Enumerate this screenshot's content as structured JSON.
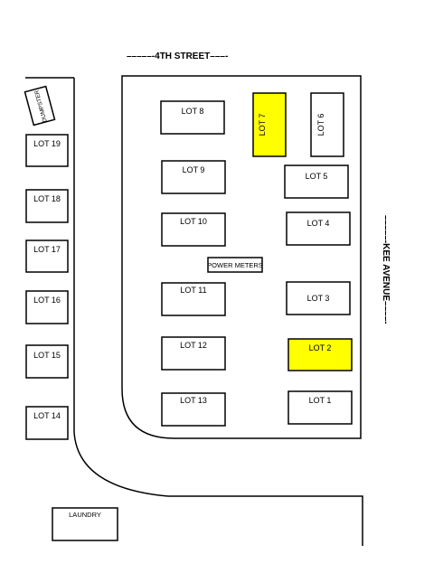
{
  "streets": {
    "top": "–––––-4TH STREET–––-",
    "right": "–––––-KEE AVENUE––––-"
  },
  "highlight_color": "#ffff00",
  "lots": {
    "lot1": "LOT 1",
    "lot2": "LOT 2",
    "lot3": "LOT 3",
    "lot4": "LOT 4",
    "lot5": "LOT 5",
    "lot6": "LOT 6",
    "lot7": "LOT 7",
    "lot8": "LOT 8",
    "lot9": "LOT 9",
    "lot10": "LOT 10",
    "lot11": "LOT 11",
    "lot12": "LOT 12",
    "lot13": "LOT 13",
    "lot14": "LOT 14",
    "lot15": "LOT 15",
    "lot16": "LOT 16",
    "lot17": "LOT 17",
    "lot18": "LOT 18",
    "lot19": "LOT 19"
  },
  "highlighted_lots": [
    "LOT 2",
    "LOT 7"
  ],
  "facilities": {
    "power_meters": "POWER METERS",
    "dumpster": "DUMPSTER",
    "laundry": "LAUNDRY"
  }
}
